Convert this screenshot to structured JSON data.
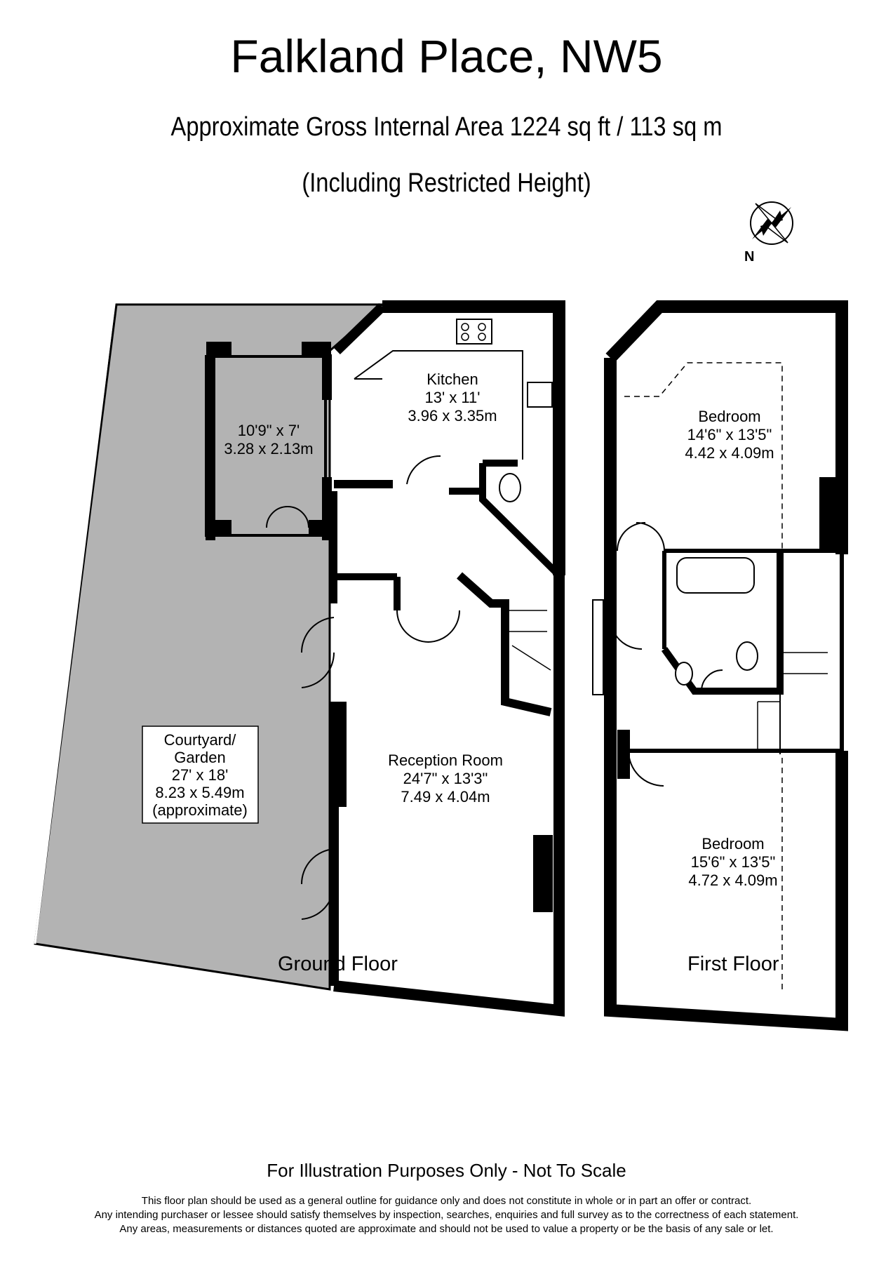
{
  "header": {
    "title": "Falkland Place, NW5",
    "area": "Approximate Gross Internal Area 1224 sq ft / 113 sq m",
    "note": "(Including Restricted Height)"
  },
  "compass": {
    "label": "N"
  },
  "ground_floor": {
    "label": "Ground Floor",
    "rooms": {
      "kitchen": {
        "name": "Kitchen",
        "imperial": "13' x 11'",
        "metric": "3.96 x 3.35m"
      },
      "store": {
        "imperial": "10'9\" x 7'",
        "metric": "3.28 x 2.13m"
      },
      "reception": {
        "name": "Reception Room",
        "imperial": "24'7\" x 13'3\"",
        "metric": "7.49 x 4.04m"
      },
      "courtyard": {
        "name_line1": "Courtyard/",
        "name_line2": "Garden",
        "imperial": "27' x 18'",
        "metric": "8.23 x 5.49m",
        "note": "(approximate)"
      }
    }
  },
  "first_floor": {
    "label": "First Floor",
    "rooms": {
      "bedroom1": {
        "name": "Bedroom",
        "imperial": "14'6\" x 13'5\"",
        "metric": "4.42 x 4.09m"
      },
      "bedroom2": {
        "name": "Bedroom",
        "imperial": "15'6\" x 13'5\"",
        "metric": "4.72 x 4.09m"
      }
    }
  },
  "footer": {
    "disclaimer_main": "For Illustration Purposes Only - Not To Scale",
    "line1": "This floor plan should be used as a general outline for guidance only and does not constitute in whole or in part an offer or contract.",
    "line2": "Any intending purchaser or lessee should satisfy themselves by inspection, searches, enquiries and full survey as to the correctness of each statement.",
    "line3": "Any areas, measurements or distances quoted are approximate and should not be used to value a property or be the basis of any sale or let."
  },
  "colors": {
    "wall": "#000000",
    "courtyard_fill": "#b3b3b3",
    "background": "#ffffff"
  }
}
